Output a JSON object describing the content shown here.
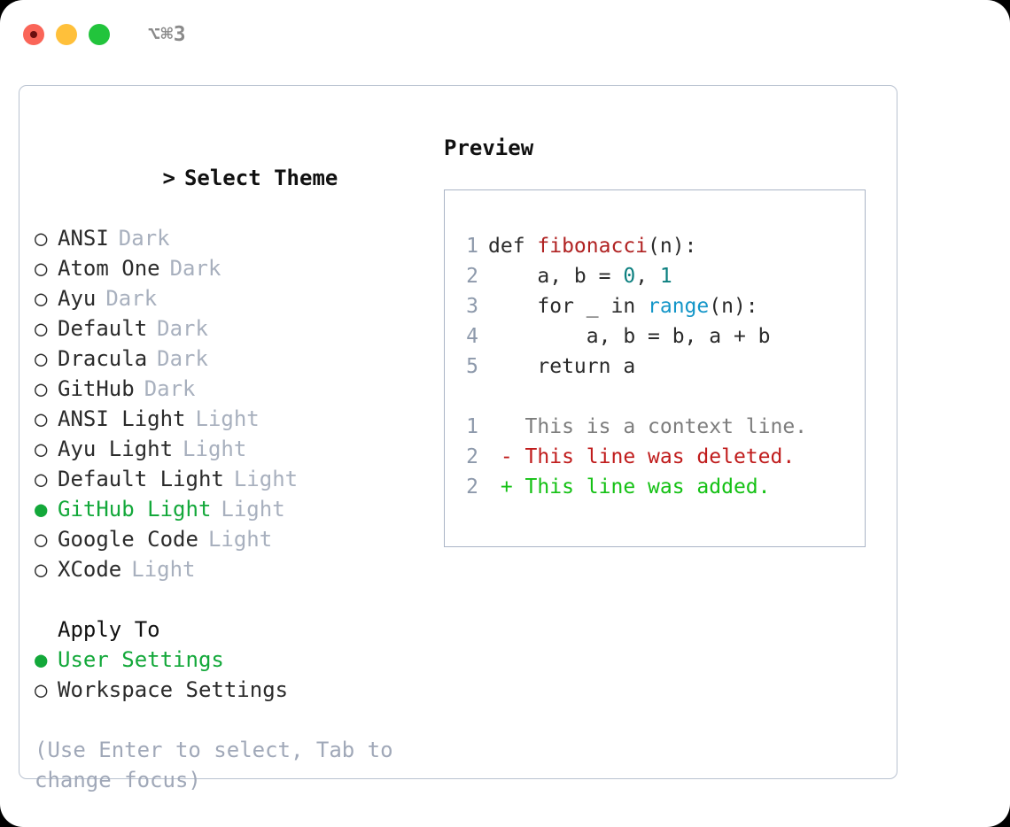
{
  "titlebar": {
    "shortcut": "⌥⌘3",
    "lights": [
      {
        "name": "close-button",
        "color": "#fa6558"
      },
      {
        "name": "minimize-button",
        "color": "#ffc03a"
      },
      {
        "name": "maximize-button",
        "color": "#22c43c"
      }
    ]
  },
  "theme_list": {
    "heading_caret": ">",
    "heading": "Select Theme",
    "marker_unselected": "○",
    "marker_selected": "●",
    "items": [
      {
        "name": "ANSI",
        "tag": "Dark",
        "selected": false
      },
      {
        "name": "Atom One",
        "tag": "Dark",
        "selected": false
      },
      {
        "name": "Ayu",
        "tag": "Dark",
        "selected": false
      },
      {
        "name": "Default",
        "tag": "Dark",
        "selected": false
      },
      {
        "name": "Dracula",
        "tag": "Dark",
        "selected": false
      },
      {
        "name": "GitHub",
        "tag": "Dark",
        "selected": false
      },
      {
        "name": "ANSI Light",
        "tag": "Light",
        "selected": false
      },
      {
        "name": "Ayu Light",
        "tag": "Light",
        "selected": false
      },
      {
        "name": "Default Light",
        "tag": "Light",
        "selected": false
      },
      {
        "name": "GitHub Light",
        "tag": "Light",
        "selected": true
      },
      {
        "name": "Google Code",
        "tag": "Light",
        "selected": false
      },
      {
        "name": "XCode",
        "tag": "Light",
        "selected": false
      }
    ]
  },
  "apply_to": {
    "heading": "Apply To",
    "items": [
      {
        "name": "User Settings",
        "selected": true
      },
      {
        "name": "Workspace Settings",
        "selected": false
      }
    ]
  },
  "hint": "(Use Enter to select, Tab to change focus)",
  "preview": {
    "heading": "Preview",
    "code_lines": [
      {
        "num": "1",
        "tokens": [
          {
            "t": "def ",
            "c": "plain"
          },
          {
            "t": "fibonacci",
            "c": "fn"
          },
          {
            "t": "(n):",
            "c": "plain"
          }
        ]
      },
      {
        "num": "2",
        "tokens": [
          {
            "t": "    a, b = ",
            "c": "plain"
          },
          {
            "t": "0",
            "c": "num"
          },
          {
            "t": ", ",
            "c": "plain"
          },
          {
            "t": "1",
            "c": "num"
          }
        ]
      },
      {
        "num": "3",
        "tokens": [
          {
            "t": "    for _ in ",
            "c": "plain"
          },
          {
            "t": "range",
            "c": "call"
          },
          {
            "t": "(n):",
            "c": "plain"
          }
        ]
      },
      {
        "num": "4",
        "tokens": [
          {
            "t": "        a, b = b, a + b",
            "c": "plain"
          }
        ]
      },
      {
        "num": "5",
        "tokens": [
          {
            "t": "    return a",
            "c": "plain"
          }
        ]
      }
    ],
    "diff_lines": [
      {
        "num": "1",
        "prefix": " ",
        "text": "This is a context line.",
        "kind": "ctx"
      },
      {
        "num": "2",
        "prefix": "-",
        "text": "This line was deleted.",
        "kind": "del"
      },
      {
        "num": "2",
        "prefix": "+",
        "text": "This line was added.",
        "kind": "add"
      }
    ]
  },
  "colors": {
    "accent_green": "#13a83a",
    "tag_gray": "#a8b0be",
    "hint_gray": "#a0a8b8",
    "panel_border": "#b9c2d0",
    "preview_border": "#aab4c6",
    "fn_red": "#b02222",
    "num_teal": "#0d8080",
    "call_blue": "#1496c8",
    "diff_del_red": "#c01c1c",
    "diff_add_green": "#14c114",
    "line_number": "#8d99ab"
  }
}
